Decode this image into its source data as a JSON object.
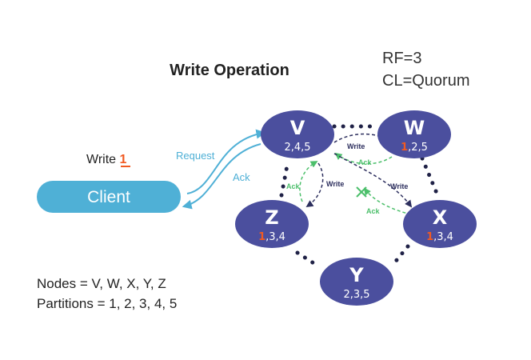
{
  "title": "Write Operation",
  "config": {
    "rf": "RF=3",
    "cl": "CL=Quorum"
  },
  "client": {
    "label": "Client",
    "write_prefix": "Write ",
    "write_value": "1"
  },
  "edge_labels": {
    "request": "Request",
    "ack": "Ack",
    "write": "Write",
    "node_ack": "Ack"
  },
  "nodes": [
    {
      "letter": "V",
      "highlight": "",
      "rest": "2,4,5"
    },
    {
      "letter": "W",
      "highlight": "1",
      "rest": ",2,5"
    },
    {
      "letter": "X",
      "highlight": "1",
      "rest": ",3,4"
    },
    {
      "letter": "Y",
      "highlight": "",
      "rest": "2,3,5"
    },
    {
      "letter": "Z",
      "highlight": "1",
      "rest": ",3,4"
    }
  ],
  "legend": {
    "nodes": "Nodes = V, W, X, Y, Z",
    "partitions": "Partitions = 1, 2, 3, 4, 5"
  },
  "colors": {
    "node": "#4b4f9e",
    "client": "#4fb0d6",
    "highlight": "#f15a22",
    "ack_green": "#4cbf6b",
    "write_dark": "#2d2f5e",
    "request_blue": "#4fb0d6",
    "dots": "#1f2146"
  }
}
